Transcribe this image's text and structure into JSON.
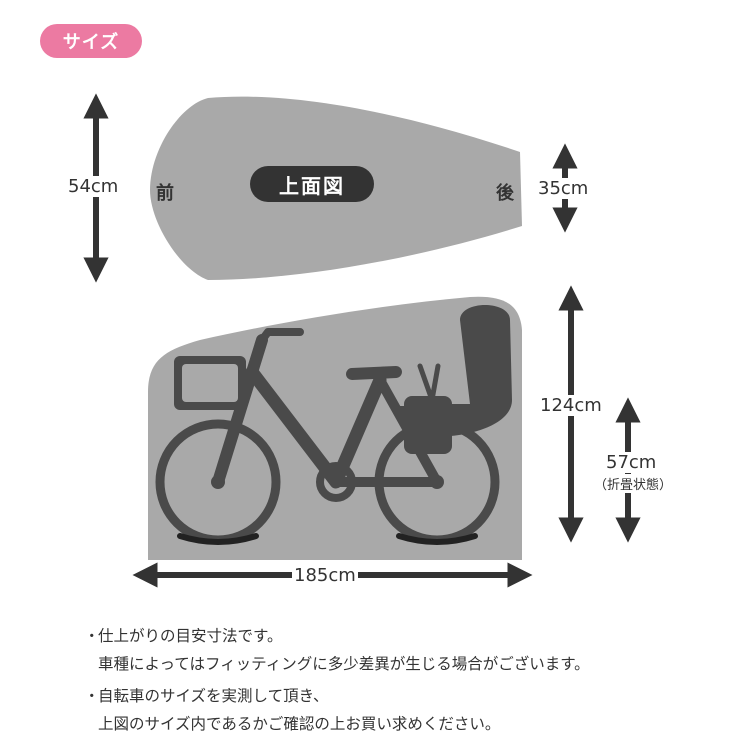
{
  "badge": "サイズ",
  "top_view": {
    "title": "上面図",
    "front": "前",
    "rear": "後",
    "width_front": "54cm",
    "width_rear": "35cm"
  },
  "side_view": {
    "height": "124cm",
    "folded_height": "57cm",
    "folded_note": "（折畳状態）",
    "length": "185cm"
  },
  "notes": [
    {
      "bullet": "・",
      "lines": [
        "仕上がりの目安寸法です。",
        "車種によってはフィッティングに多少差異が生じる場合がございます。"
      ]
    },
    {
      "bullet": "・",
      "lines": [
        "自転車のサイズを実測して頂き、",
        "上図のサイズ内であるかご確認の上お買い求めください。"
      ]
    }
  ],
  "colors": {
    "accent": "#ec7aa2",
    "cover": "#a9a9a9",
    "bike": "#4a4a4a",
    "arrow": "#333333"
  }
}
